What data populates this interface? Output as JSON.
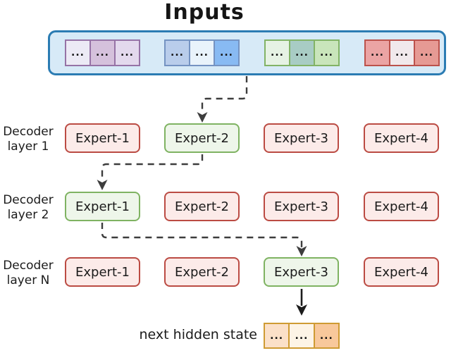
{
  "title": "Inputs",
  "inputs_panel": {
    "fill": "#d7eaf7",
    "border": "#2b7cb3",
    "cell_text": "...",
    "groups": [
      {
        "name": "purple",
        "border": "#9673a6",
        "cells": [
          "#eceaf5",
          "#d5c1dc",
          "#e3d9ed"
        ]
      },
      {
        "name": "blue",
        "border": "#7593c2",
        "cells": [
          "#b9cdeb",
          "#e9f3fb",
          "#88baf3"
        ]
      },
      {
        "name": "green",
        "border": "#82b366",
        "cells": [
          "#e6f2e4",
          "#a8ccc4",
          "#c9e5bb"
        ]
      },
      {
        "name": "red",
        "border": "#bb524c",
        "cells": [
          "#eba4a4",
          "#f1e9ec",
          "#e69a94"
        ]
      }
    ]
  },
  "layers": [
    {
      "label_line1": "Decoder",
      "label_line2": "layer 1",
      "experts": [
        {
          "label": "Expert-1",
          "selected": false,
          "fill": "#fcebe9",
          "border": "#bb4b43"
        },
        {
          "label": "Expert-2",
          "selected": true,
          "fill": "#eef6ea",
          "border": "#7fb362"
        },
        {
          "label": "Expert-3",
          "selected": false,
          "fill": "#fcebe9",
          "border": "#bb4b43"
        },
        {
          "label": "Expert-4",
          "selected": false,
          "fill": "#fcebe9",
          "border": "#bb4b43"
        }
      ]
    },
    {
      "label_line1": "Decoder",
      "label_line2": "layer 2",
      "experts": [
        {
          "label": "Expert-1",
          "selected": true,
          "fill": "#eef6ea",
          "border": "#7fb362"
        },
        {
          "label": "Expert-2",
          "selected": false,
          "fill": "#fcebe9",
          "border": "#bb4b43"
        },
        {
          "label": "Expert-3",
          "selected": false,
          "fill": "#fcebe9",
          "border": "#bb4b43"
        },
        {
          "label": "Expert-4",
          "selected": false,
          "fill": "#fcebe9",
          "border": "#bb4b43"
        }
      ]
    },
    {
      "label_line1": "Decoder",
      "label_line2": "layer N",
      "experts": [
        {
          "label": "Expert-1",
          "selected": false,
          "fill": "#fcebe9",
          "border": "#bb4b43"
        },
        {
          "label": "Expert-2",
          "selected": false,
          "fill": "#fcebe9",
          "border": "#bb4b43"
        },
        {
          "label": "Expert-3",
          "selected": true,
          "fill": "#eef6ea",
          "border": "#7fb362"
        },
        {
          "label": "Expert-4",
          "selected": false,
          "fill": "#fcebe9",
          "border": "#bb4b43"
        }
      ]
    }
  ],
  "output": {
    "label": "next hidden state",
    "cell_text": "...",
    "group": {
      "border": "#cf9b33",
      "cells": [
        "#fbe0c8",
        "#fdf4e6",
        "#f8c89b"
      ]
    }
  },
  "routing": {
    "selected_path": [
      "Inputs",
      "Expert-2",
      "Expert-1",
      "Expert-3",
      "next hidden state"
    ]
  },
  "arrow_color": "#3d3d3d"
}
